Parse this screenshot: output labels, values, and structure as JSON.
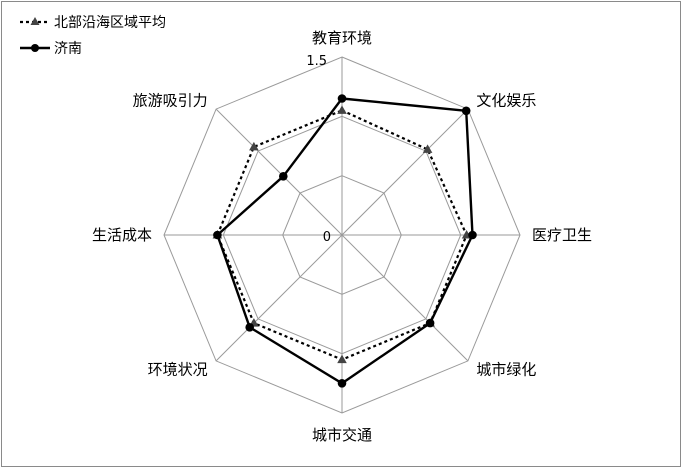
{
  "chart_data": {
    "type": "radar",
    "axes": [
      "教育环境",
      "文化娱乐",
      "医疗卫生",
      "城市绿化",
      "城市交通",
      "环境状况",
      "生活成本",
      "旅游吸引力"
    ],
    "rmin": 0,
    "rmax": 1.5,
    "tick_labels": [
      "0",
      "1.5"
    ],
    "grid_levels": 3,
    "grid": true,
    "legend_position": "top-left",
    "series": [
      {
        "name": "北部沿海区域平均",
        "values": [
          1.05,
          1.02,
          1.05,
          1.05,
          1.05,
          1.05,
          1.05,
          1.05
        ],
        "style": "dashed",
        "marker": "triangle",
        "color": "#000000"
      },
      {
        "name": "济南",
        "values": [
          1.15,
          1.48,
          1.1,
          1.05,
          1.25,
          1.1,
          1.05,
          0.7
        ],
        "style": "solid",
        "marker": "circle",
        "color": "#000000"
      }
    ]
  }
}
